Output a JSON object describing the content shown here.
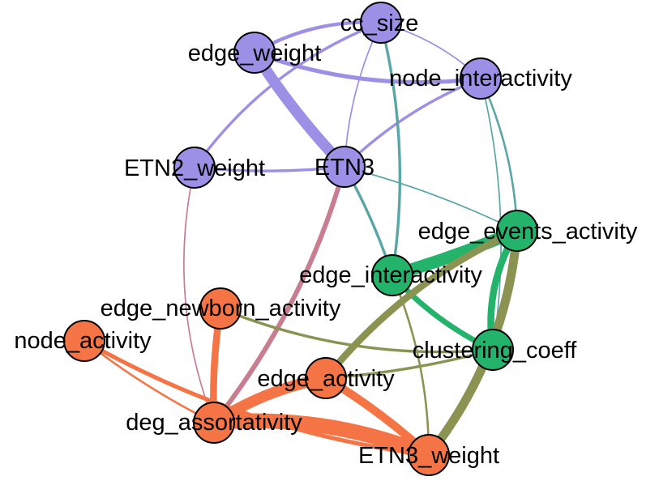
{
  "diagram": {
    "type": "network-graph",
    "group_colors": {
      "purple": "#9b8fe6",
      "green": "#24b36b",
      "orange": "#f47445",
      "purple_edge": "#9b8fe6",
      "teal_edge": "#5aa5a5",
      "olive_edge": "#8a9352",
      "pink_edge": "#c87d90",
      "orange_edge": "#f47445"
    },
    "nodes": [
      {
        "id": "cc_size",
        "label": "cc_size",
        "group": "purple"
      },
      {
        "id": "edge_weight",
        "label": "edge_weight",
        "group": "purple"
      },
      {
        "id": "node_interactivity",
        "label": "node_interactivity",
        "group": "purple"
      },
      {
        "id": "ETN2_weight",
        "label": "ETN2_weight",
        "group": "purple"
      },
      {
        "id": "ETN3",
        "label": "ETN3",
        "group": "purple"
      },
      {
        "id": "edge_events_activity",
        "label": "edge_events_activity",
        "group": "green"
      },
      {
        "id": "edge_interactivity",
        "label": "edge_interactivity",
        "group": "green"
      },
      {
        "id": "clustering_coeff",
        "label": "clustering_coeff",
        "group": "green"
      },
      {
        "id": "edge_newborn_activity",
        "label": "edge_newborn_activity",
        "group": "orange"
      },
      {
        "id": "node_activity",
        "label": "node_activity",
        "group": "orange"
      },
      {
        "id": "edge_activity",
        "label": "edge_activity",
        "group": "orange"
      },
      {
        "id": "deg_assortativity",
        "label": "deg_assortativity",
        "group": "orange"
      },
      {
        "id": "ETN3_weight",
        "label": "ETN3_weight",
        "group": "orange"
      }
    ],
    "edges": [
      {
        "source": "edge_weight",
        "target": "ETN3",
        "color": "purple_edge",
        "weight": 16
      },
      {
        "source": "edge_weight",
        "target": "cc_size",
        "color": "purple_edge",
        "weight": 5
      },
      {
        "source": "edge_weight",
        "target": "node_interactivity",
        "color": "purple_edge",
        "weight": 6
      },
      {
        "source": "cc_size",
        "target": "node_interactivity",
        "color": "purple_edge",
        "weight": 2
      },
      {
        "source": "cc_size",
        "target": "ETN2_weight",
        "color": "purple_edge",
        "weight": 4
      },
      {
        "source": "cc_size",
        "target": "ETN3",
        "color": "purple_edge",
        "weight": 2
      },
      {
        "source": "node_interactivity",
        "target": "ETN3",
        "color": "purple_edge",
        "weight": 4
      },
      {
        "source": "ETN2_weight",
        "target": "ETN3",
        "color": "purple_edge",
        "weight": 4
      },
      {
        "source": "cc_size",
        "target": "edge_interactivity",
        "color": "teal_edge",
        "weight": 4
      },
      {
        "source": "node_interactivity",
        "target": "edge_events_activity",
        "color": "teal_edge",
        "weight": 3
      },
      {
        "source": "ETN3",
        "target": "edge_interactivity",
        "color": "teal_edge",
        "weight": 4
      },
      {
        "source": "ETN3",
        "target": "edge_events_activity",
        "color": "teal_edge",
        "weight": 2
      },
      {
        "source": "node_interactivity",
        "target": "clustering_coeff",
        "color": "teal_edge",
        "weight": 2
      },
      {
        "source": "edge_interactivity",
        "target": "edge_events_activity",
        "color": "green",
        "weight": 18
      },
      {
        "source": "edge_interactivity",
        "target": "clustering_coeff",
        "color": "green",
        "weight": 8
      },
      {
        "source": "edge_events_activity",
        "target": "clustering_coeff",
        "color": "green",
        "weight": 10
      },
      {
        "source": "ETN3",
        "target": "deg_assortativity",
        "color": "pink_edge",
        "weight": 7
      },
      {
        "source": "ETN2_weight",
        "target": "deg_assortativity",
        "color": "pink_edge",
        "weight": 2
      },
      {
        "source": "edge_activity",
        "target": "edge_events_activity",
        "color": "olive_edge",
        "weight": 10
      },
      {
        "source": "edge_events_activity",
        "target": "ETN3_weight",
        "color": "olive_edge",
        "weight": 13
      },
      {
        "source": "edge_newborn_activity",
        "target": "clustering_coeff",
        "color": "olive_edge",
        "weight": 4
      },
      {
        "source": "edge_activity",
        "target": "clustering_coeff",
        "color": "olive_edge",
        "weight": 4
      },
      {
        "source": "edge_interactivity",
        "target": "ETN3_weight",
        "color": "olive_edge",
        "weight": 3
      },
      {
        "source": "deg_assortativity",
        "target": "edge_activity",
        "color": "orange_edge",
        "weight": 16
      },
      {
        "source": "deg_assortativity",
        "target": "ETN3_weight",
        "color": "orange_edge",
        "weight": 22
      },
      {
        "source": "edge_newborn_activity",
        "target": "deg_assortativity",
        "color": "orange_edge",
        "weight": 10
      },
      {
        "source": "node_activity",
        "target": "ETN3_weight",
        "color": "orange_edge",
        "weight": 6
      },
      {
        "source": "node_activity",
        "target": "deg_assortativity",
        "color": "orange_edge",
        "weight": 3
      },
      {
        "source": "edge_activity",
        "target": "ETN3_weight",
        "color": "orange_edge",
        "weight": 12
      }
    ]
  }
}
